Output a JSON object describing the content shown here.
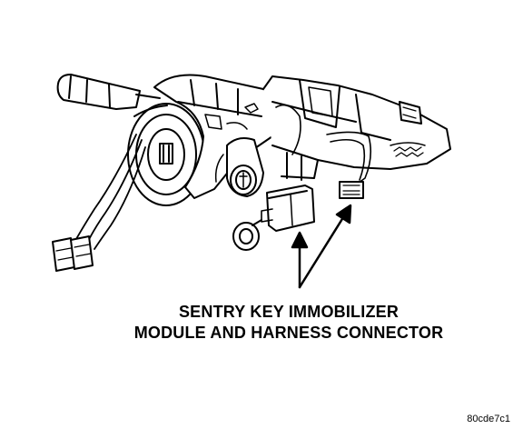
{
  "caption": {
    "line1": "SENTRY KEY IMMOBILIZER",
    "line2": "MODULE AND HARNESS CONNECTOR"
  },
  "figure_code": "80cde7c1",
  "colors": {
    "ink": "#000000",
    "paper": "#ffffff"
  }
}
